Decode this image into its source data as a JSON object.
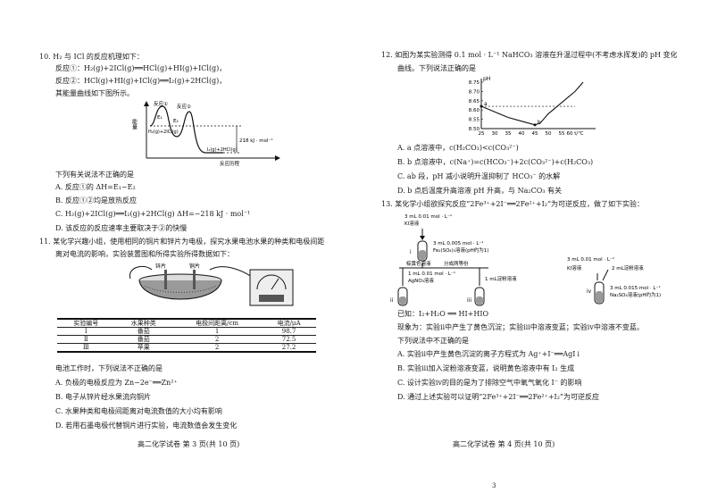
{
  "left": {
    "q10": {
      "stem": "10.  H₂ 与 ICl 的反应机理如下：",
      "r1": "反应①：H₂(g)+2ICl(g)══HCl(g)+HI(g)+ICl(g)，",
      "r2": "反应②：HCl(g)+HI(g)+ICl(g)══I₂(g)+2HCl(g)，",
      "r3": "其能量曲线如下图所示。",
      "diagram": {
        "ylabel": "能量",
        "r1": "反应①",
        "r2": "反应②",
        "e1": "E₁",
        "e2": "E₂",
        "start": "H₂(g)+2ICl(g)",
        "delta": "218 kJ · mol⁻¹",
        "end": "I₂(g)+2HCl(g)",
        "xlabel": "反应历程"
      },
      "prompt": "下列有关说法不正确的是",
      "optA": "A. 反应①的 ΔH=E₁−E₂",
      "optB": "B. 反应①②均是放热反应",
      "optC": "C. H₂(g)+2ICl(g)══I₂(g)+2HCl(g)   ΔH=−218 kJ · mol⁻¹",
      "optD": "D. 该反应的反应速率主要取决于②的快慢"
    },
    "q11": {
      "stem1": "11.  某化学兴趣小组，使用相同的铜片和锌片为电极，探究水果电池水果的种类和电极间距",
      "stem2": "离对电流的影响，实验装置图和所得实验所得数据如下：",
      "apparatus": {
        "zn": "锌片",
        "cu": "铜片"
      },
      "table": {
        "headers": [
          "实验编号",
          "水果种类",
          "电极间距离/cm",
          "电流/μA"
        ],
        "rows": [
          [
            "Ⅰ",
            "番茄",
            "1",
            "98.7"
          ],
          [
            "Ⅱ",
            "番茄",
            "2",
            "72.5"
          ],
          [
            "Ⅲ",
            "苹果",
            "2",
            "27.2"
          ]
        ]
      },
      "prompt": "电池工作时，下列说法不正确的是",
      "optA": "A. 负极的电极反应为 Zn−2e⁻══Zn²⁺",
      "optB": "B. 电子从锌片经水果流向铜片",
      "optC": "C. 水果种类和电极间距离对电流数值的大小均有影响",
      "optD": "D. 若用石墨电极代替铜片进行实验，电流数值会发生变化"
    },
    "footer": "高二化学试卷   第 3 页(共 10 页)"
  },
  "right": {
    "q12": {
      "stem1": "12.  如图为某实验测得 0.1 mol · L⁻¹ NaHCO₃ 溶液在升温过程中(不考虑水挥发)的 pH 变化",
      "stem2": "曲线。下列说法正确的是",
      "prompt": "",
      "optA": "A.  a 点溶液中，c(H₂CO₃)<c(CO₃²⁻)",
      "optB": "B.  b 点溶液中，c(Na⁺)=c(HCO₃⁻)+2c(CO₃²⁻)+c(H₂CO₃)",
      "optC": "C.  ab 段，pH 减小说明升温抑制了 HCO₃⁻ 的水解",
      "optD": "D.  b 点后温度升高溶液 pH 升高，与 Na₂CO₃ 有关"
    },
    "q13": {
      "stem": "13.  某化学小组欲探究反应“2Fe³⁺+2I⁻══2Fe²⁺+I₂”为可逆反应，做了如下实验：",
      "i_top": "3 mL 0.01 mol · L⁻¹",
      "i_ki": "KI溶液",
      "i_tube": "i",
      "i_fe1": "3 mL 0.005 mol · L⁻¹",
      "i_fe2": "Fe₂(SO₄)₃溶液(pH约为1)",
      "split": "分成两等份",
      "brown": "棕黄色溶液",
      "ii_add": "1 mL 0.01 mol · L⁻¹",
      "ii_ag": "AgNO₃溶液",
      "ii": "ii",
      "iii_add": "1 mL淀粉溶液",
      "iii": "iii",
      "iv_top": "3 mL 0.01 mol · L⁻¹",
      "iv_ki": "KI溶液",
      "iv_starch": "2 mL淀粉溶液",
      "iv": "iv",
      "iv_na1": "3 mL 0.015 mol · L⁻¹",
      "iv_na2": "Na₂SO₄溶液(pH约为1)",
      "known": "已知：I₂+H₂O ══ HI+HIO",
      "phen": "现象为：实验ⅱ中产生了黄色沉淀；实验ⅲ中溶液变蓝；实验ⅳ中溶液不变蓝。",
      "prompt": "下列说法中不正确的是",
      "optA": "A. 实验ⅱ中产生黄色沉淀的离子方程式为 Ag⁺+I⁻══AgI↓",
      "optB": "B. 实验ⅲ加入淀粉溶液变蓝，说明黄色溶液中有 I₂ 生成",
      "optC": "C. 设计实验ⅳ的目的是为了排除空气中氧气氧化 I⁻ 的影响",
      "optD": "D. 通过上述实验可以证明“2Fe³⁺+2I⁻══2Fe²⁺+I₂”为可逆反应"
    },
    "footer": "高二化学试卷   第 4 页(共 10 页)",
    "page_no": "3"
  },
  "chart_data": {
    "type": "line",
    "title": "",
    "xlabel": "t/℃",
    "ylabel": "pH",
    "x_ticks": [
      "25",
      "30",
      "35",
      "40",
      "45",
      "50",
      "55",
      "60"
    ],
    "y_ticks": [
      "8.50",
      "8.55",
      "8.60",
      "8.65",
      "8.70",
      "8.75"
    ],
    "xlim": [
      25,
      65
    ],
    "ylim": [
      8.5,
      8.75
    ],
    "series": [
      {
        "x": [
          25,
          30,
          35,
          40,
          45,
          47,
          50,
          55,
          60,
          63
        ],
        "y": [
          8.62,
          8.59,
          8.56,
          8.54,
          8.52,
          8.53,
          8.58,
          8.64,
          8.7,
          8.75
        ]
      }
    ],
    "points": [
      {
        "label": "a",
        "x": 25,
        "y": 8.62
      },
      {
        "label": "b",
        "x": 45,
        "y": 8.52
      }
    ],
    "dashed_level": 8.62
  }
}
